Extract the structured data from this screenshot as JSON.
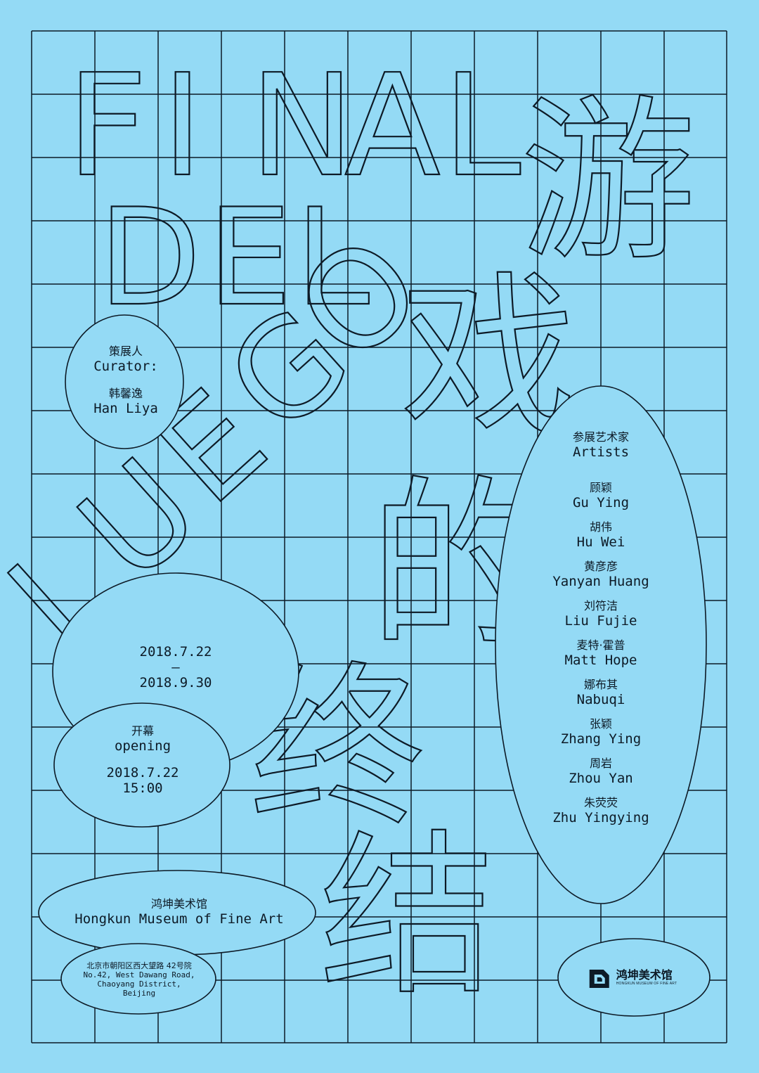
{
  "title_latin": [
    "F",
    "I",
    "N",
    "A",
    "L",
    "D",
    "E",
    "L",
    "J",
    "U",
    "E",
    "G",
    "O"
  ],
  "title_zh": [
    "游",
    "戏",
    "的",
    "终",
    "结"
  ],
  "curator": {
    "label_zh": "策展人",
    "label_en": "Curator:",
    "name_zh": "韩馨逸",
    "name_en": "Han Liya"
  },
  "dates": {
    "start": "2018.7.22",
    "separator": "–",
    "end": "2018.9.30"
  },
  "opening": {
    "label_zh": "开幕",
    "label_en": "opening",
    "date": "2018.7.22",
    "time": "15:00"
  },
  "venue": {
    "name_zh": "鸿坤美术馆",
    "name_en": "Hongkun Museum of Fine Art"
  },
  "address": {
    "zh": "北京市朝阳区西大望路 42号院",
    "en_line1": "No.42, West Dawang Road,",
    "en_line2": "Chaoyang District,",
    "en_line3": "Beijing"
  },
  "artists": {
    "label_zh": "参展艺术家",
    "label_en": "Artists",
    "list": [
      {
        "zh": "顾颖",
        "en": "Gu Ying"
      },
      {
        "zh": "胡伟",
        "en": "Hu Wei"
      },
      {
        "zh": "黄彦彦",
        "en": "Yanyan Huang"
      },
      {
        "zh": "刘符洁",
        "en": "Liu Fujie"
      },
      {
        "zh": "麦特·霍普",
        "en": "Matt Hope"
      },
      {
        "zh": "娜布其",
        "en": "Nabuqi"
      },
      {
        "zh": "张颖",
        "en": "Zhang Ying"
      },
      {
        "zh": "周岩",
        "en": "Zhou Yan"
      },
      {
        "zh": "朱荧荧",
        "en": "Zhu Yingying"
      }
    ]
  },
  "logo": {
    "zh": "鸿坤美术馆",
    "en": "HONGKUN MUSEUM OF FINE ART"
  },
  "colors": {
    "background": "#94daf5",
    "ink": "#0d1a26"
  }
}
